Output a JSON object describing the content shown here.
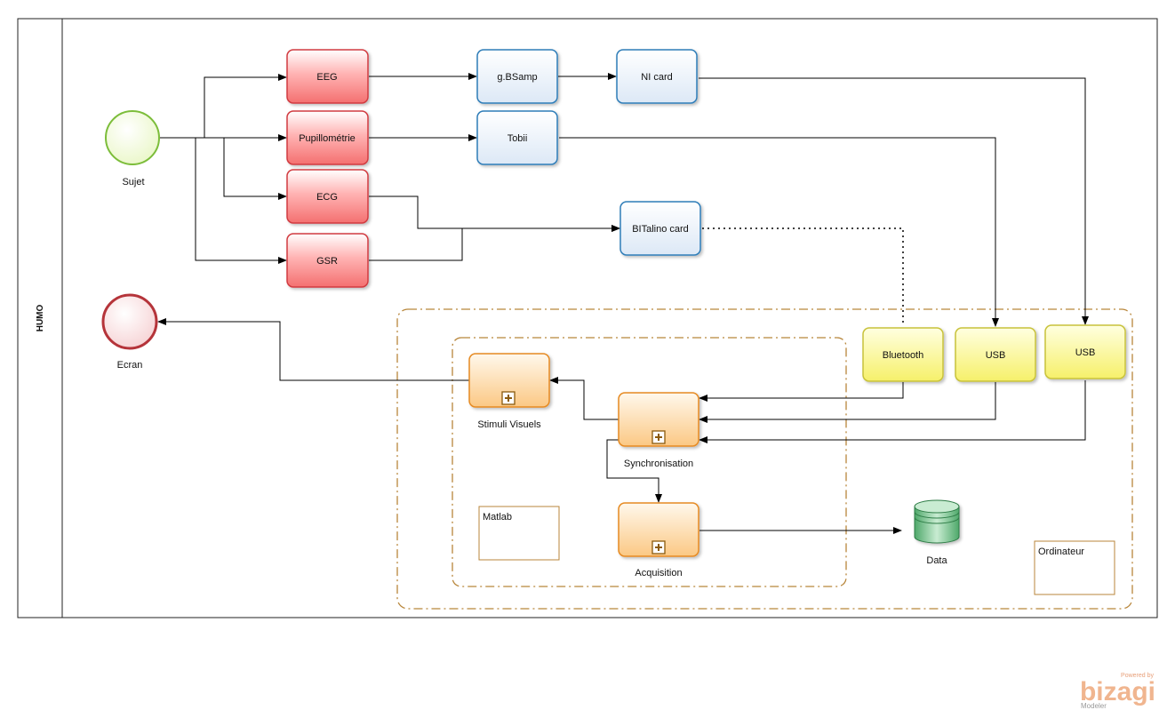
{
  "pool": {
    "label": "HUMO"
  },
  "events": {
    "start": {
      "label": "Sujet"
    },
    "end": {
      "label": "Ecran"
    }
  },
  "sensors": [
    {
      "id": "eeg",
      "label": "EEG"
    },
    {
      "id": "pupil",
      "label": "Pupillométrie"
    },
    {
      "id": "ecg",
      "label": "ECG"
    },
    {
      "id": "gsr",
      "label": "GSR"
    }
  ],
  "devices": [
    {
      "id": "gbsamp",
      "label": "g.BSamp"
    },
    {
      "id": "nicard",
      "label": "NI card"
    },
    {
      "id": "tobii",
      "label": "Tobii"
    },
    {
      "id": "bitalino",
      "label": "BITalino card"
    }
  ],
  "ports": [
    {
      "id": "bluetooth",
      "label": "Bluetooth"
    },
    {
      "id": "usb1",
      "label": "USB"
    },
    {
      "id": "usb2",
      "label": "USB"
    }
  ],
  "subprocesses": [
    {
      "id": "stimuli",
      "label": "Stimuli Visuels"
    },
    {
      "id": "sync",
      "label": "Synchronisation"
    },
    {
      "id": "acq",
      "label": "Acquisition"
    }
  ],
  "datastore": {
    "label": "Data"
  },
  "annotations": {
    "matlab": "Matlab",
    "ordinateur": "Ordinateur"
  },
  "watermark": {
    "powered": "Powered by",
    "brand": "bizagi",
    "product": "Modeler"
  },
  "colors": {
    "sensor": "#e8474b",
    "device": "#2f7db8",
    "port": "#e6dc30",
    "subprocess": "#f4a63f",
    "start": "#7cbd3a",
    "end": "#b5343a",
    "data": "#3f9a5b",
    "group": "#b8863b"
  }
}
